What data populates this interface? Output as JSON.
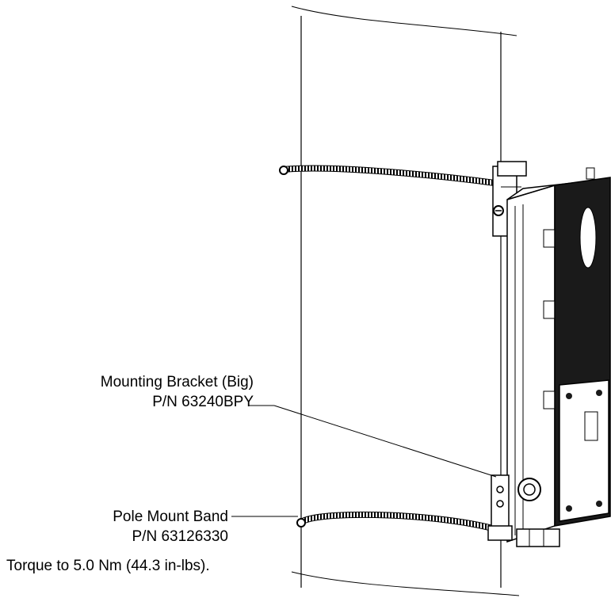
{
  "callouts": {
    "bracket": {
      "name": "Mounting Bracket (Big)",
      "part_number": "P/N 63240BPY"
    },
    "band": {
      "name": "Pole Mount Band",
      "part_number": "P/N 63126330"
    },
    "torque_note": "Torque to 5.0 Nm (44.3 in-lbs)."
  },
  "colors": {
    "line": "#000000",
    "fill": "#ffffff",
    "device_dark": "#1a1a1a"
  }
}
